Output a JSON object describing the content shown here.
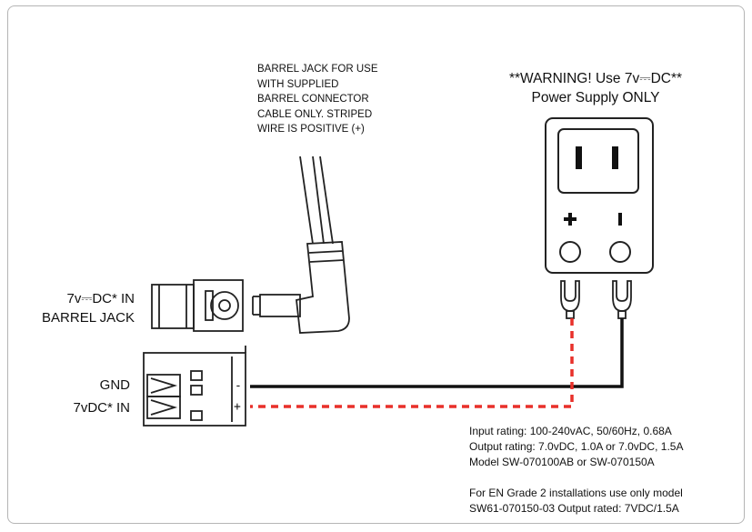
{
  "barrel_note": {
    "lines": [
      "BARREL JACK FOR USE",
      "WITH SUPPLIED",
      "BARREL CONNECTOR",
      "CABLE ONLY.  STRIPED",
      "WIRE IS POSITIVE (+)"
    ]
  },
  "warning": {
    "line1": "**WARNING!  Use 7v⎓DC**",
    "line2": "Power Supply ONLY"
  },
  "labels": {
    "barrel_line1": "7v⎓DC*  IN",
    "barrel_line2": "BARREL JACK",
    "gnd": "GND",
    "vin": "7vDC* IN",
    "terminal_minus": "-",
    "terminal_plus": "+",
    "psu_plus": "+",
    "psu_minus": "I"
  },
  "specs": {
    "input": "Input rating:  100-240vAC, 50/60Hz, 0.68A",
    "output": "Output rating:  7.0vDC, 1.0A or 7.0vDC, 1.5A",
    "model": "Model SW-070100AB or SW-070150A",
    "en_line1": "For EN Grade 2 installations use only model",
    "en_line2": "SW61-070150-03 Output rated:  7VDC/1.5A"
  },
  "colors": {
    "positive_wire": "#e8302a",
    "negative_wire": "#111111",
    "outline": "#222222"
  }
}
